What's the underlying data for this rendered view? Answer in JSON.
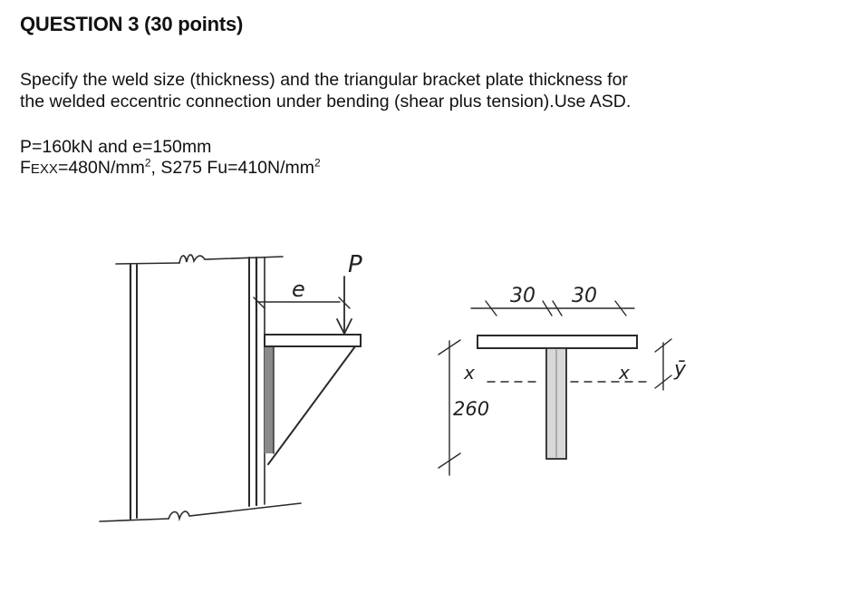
{
  "question": {
    "title": "QUESTION 3 (30 points)",
    "line1": "Specify the weld size (thickness) and the triangular bracket plate thickness for",
    "line2": "the welded eccentric connection under bending (shear plus tension).Use ASD."
  },
  "given": {
    "load_line": "P=160kN and e=150mm",
    "fexx_prefix": "F",
    "fexx_sub": "EXX",
    "fexx_value": "=480N/mm",
    "fexx_sup": "2",
    "steel_text": ", S275 Fu=410N/mm",
    "steel_sup": "2"
  },
  "sketch": {
    "label_p": "P",
    "label_e": "e",
    "dim_left": "30",
    "dim_right": "30",
    "dim_height": "260",
    "label_x_left": "x",
    "label_x_right": "x",
    "label_ybar": "ȳ"
  },
  "colors": {
    "ink": "#111111",
    "pencil": "#333333",
    "shade": "#8a8a8a"
  }
}
